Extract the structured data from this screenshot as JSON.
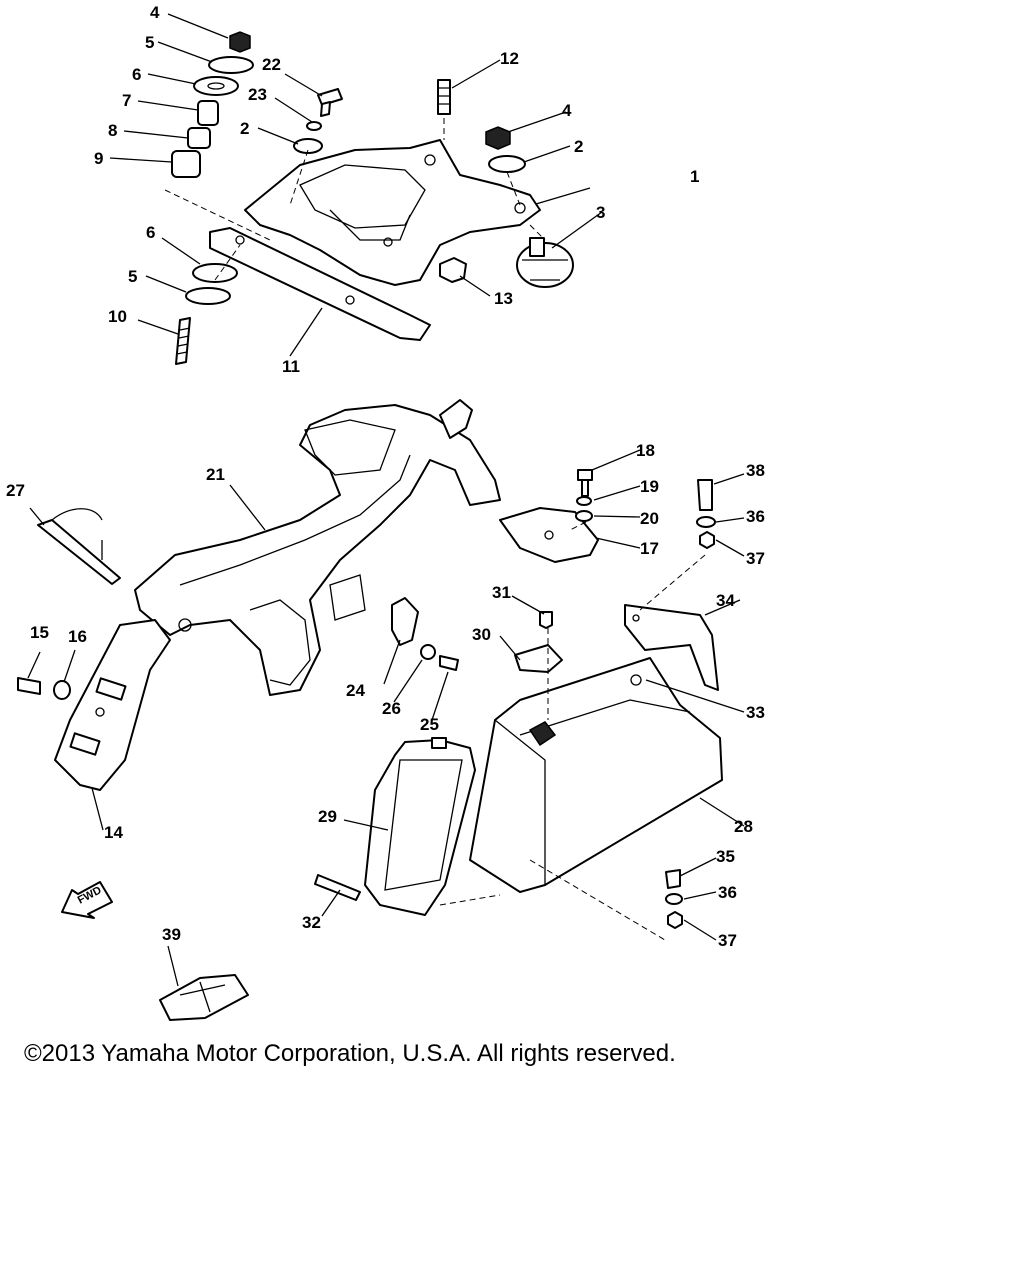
{
  "diagram": {
    "part_labels": [
      "1",
      "2",
      "2",
      "3",
      "4",
      "4",
      "5",
      "5",
      "6",
      "6",
      "7",
      "8",
      "9",
      "10",
      "11",
      "12",
      "13",
      "14",
      "15",
      "16",
      "17",
      "18",
      "19",
      "20",
      "21",
      "22",
      "23",
      "24",
      "25",
      "26",
      "27",
      "28",
      "29",
      "30",
      "31",
      "32",
      "33",
      "34",
      "35",
      "36",
      "36",
      "37",
      "37",
      "38",
      "39"
    ],
    "fwd_marker": "FWD",
    "copyright": "©2013 Yamaha Motor Corporation, U.S.A. All rights reserved."
  }
}
